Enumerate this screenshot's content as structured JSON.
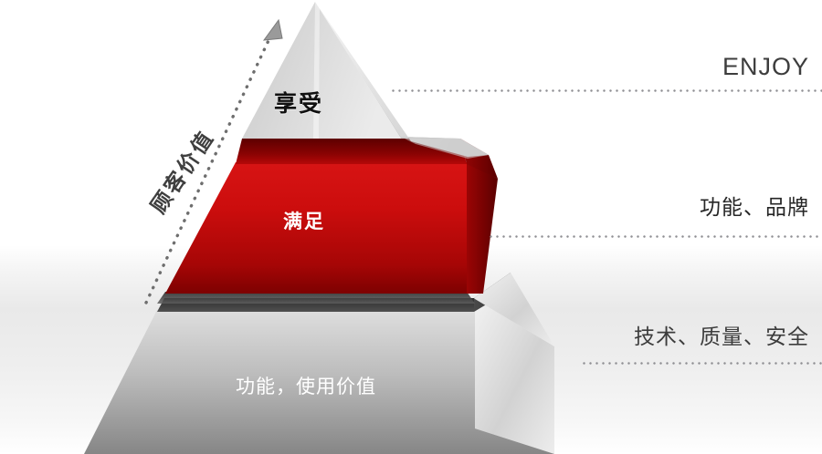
{
  "diagram": {
    "type": "3d-pyramid",
    "title_axis": "顾客价值",
    "levels": [
      {
        "id": "top",
        "label": "享受",
        "color": "#d9d9d9",
        "side_label": "ENJOY"
      },
      {
        "id": "mid",
        "label": "满足",
        "color": "#c00000",
        "side_label": "功能、品牌"
      },
      {
        "id": "base",
        "label": "功能，使用价值",
        "color": "#b5b5b5",
        "side_label": "技术、质量、安全"
      }
    ]
  },
  "pyramid": {
    "top_label": "享受",
    "middle_label": "满足",
    "base_label": "功能，使用价值"
  },
  "axis": {
    "caption": "顾客价值",
    "arrow": "up-arrow-icon"
  },
  "callouts": {
    "top": "ENJOY",
    "middle": "功能、品牌",
    "bottom": "技术、质量、安全"
  },
  "colors": {
    "red_front": "#c30b0b",
    "red_top": "#6d0000",
    "grey_light": "#dcdcdc",
    "grey_mid": "#b9b9b9",
    "grey_dark": "#7f7f7f",
    "charcoal": "#3a3a3a",
    "text_dark": "#3b3b3b",
    "text_white": "#ffffff",
    "leader_dot": "#8f8f93"
  }
}
